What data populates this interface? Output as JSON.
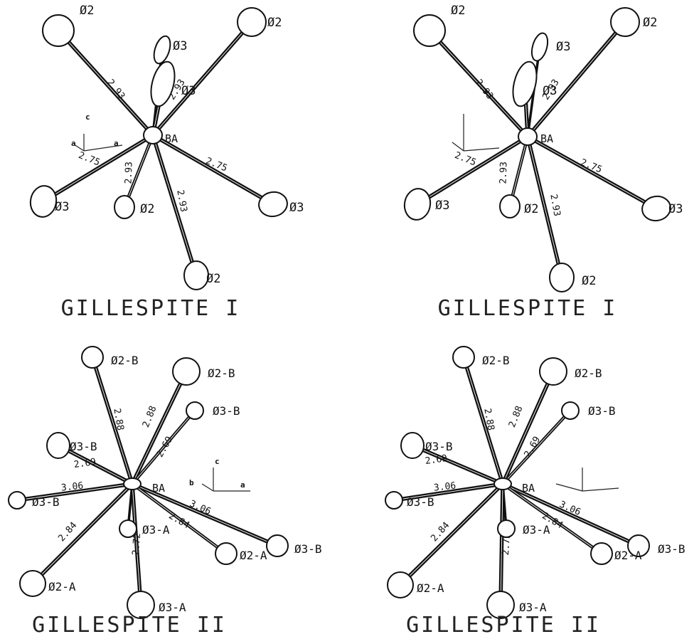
{
  "panels": [
    {
      "title": "GILLESPITE I",
      "center": "BA",
      "axis_labels": [
        "c",
        "a",
        "a"
      ],
      "bonds": [
        {
          "atom": "O2",
          "distance": "2.93"
        },
        {
          "atom": "O3",
          "distance": ""
        },
        {
          "atom": "O3",
          "distance": ""
        },
        {
          "atom": "O2",
          "distance": "2.93"
        },
        {
          "atom": "O3",
          "distance": "2.75"
        },
        {
          "atom": "O2",
          "distance": "2.93"
        },
        {
          "atom": "O3",
          "distance": "2.75"
        },
        {
          "atom": "O2",
          "distance": "2.93"
        }
      ]
    },
    {
      "title": "GILLESPITE I",
      "center": "BA",
      "axis_labels": [],
      "bonds": [
        {
          "atom": "O2",
          "distance": "2.93"
        },
        {
          "atom": "O3",
          "distance": "2.75"
        },
        {
          "atom": "O3",
          "distance": ""
        },
        {
          "atom": "O2",
          "distance": "2.93"
        },
        {
          "atom": "O3",
          "distance": "2.75"
        },
        {
          "atom": "O2",
          "distance": "2.93"
        },
        {
          "atom": "O3",
          "distance": "2.75"
        },
        {
          "atom": "O2",
          "distance": "2.93"
        }
      ]
    },
    {
      "title": "GILLESPITE II",
      "center": "BA",
      "axis_labels": [
        "c",
        "b",
        "a"
      ],
      "bonds": [
        {
          "atom": "O2-B",
          "distance": "2.88"
        },
        {
          "atom": "O2-B",
          "distance": "2.88"
        },
        {
          "atom": "O3-B",
          "distance": "2.69"
        },
        {
          "atom": "O3-B",
          "distance": "2.69"
        },
        {
          "atom": "O3-B",
          "distance": "3.06"
        },
        {
          "atom": "O3-B",
          "distance": "3.06"
        },
        {
          "atom": "O2-A",
          "distance": "2.84"
        },
        {
          "atom": "O3-A",
          "distance": ""
        },
        {
          "atom": "O2-A",
          "distance": "2.84"
        },
        {
          "atom": "O3-A",
          "distance": "2.72"
        }
      ]
    },
    {
      "title": "GILLESPITE II",
      "center": "BA",
      "axis_labels": [],
      "bonds": [
        {
          "atom": "O2-B",
          "distance": "2.88"
        },
        {
          "atom": "O2-B",
          "distance": "2.88"
        },
        {
          "atom": "O3-B",
          "distance": "2.69"
        },
        {
          "atom": "O3-B",
          "distance": "2.69"
        },
        {
          "atom": "O3-B",
          "distance": "3.06"
        },
        {
          "atom": "O3-B",
          "distance": "3.06"
        },
        {
          "atom": "O2-A",
          "distance": "2.84"
        },
        {
          "atom": "O3-A",
          "distance": ""
        },
        {
          "atom": "O2-A",
          "distance": "2.84"
        },
        {
          "atom": "O3-A",
          "distance": "2.72"
        }
      ]
    }
  ]
}
